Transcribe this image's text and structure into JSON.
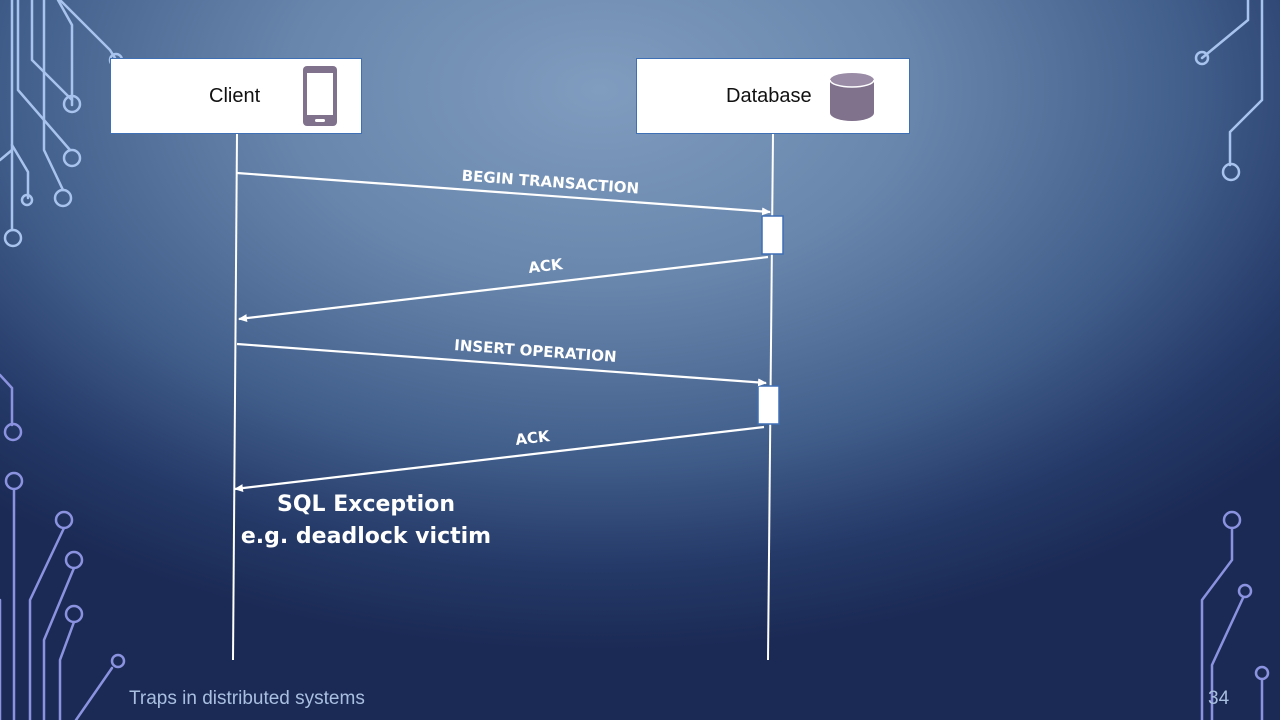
{
  "participants": {
    "client": {
      "label": "Client",
      "icon": "phone-icon"
    },
    "database": {
      "label": "Database",
      "icon": "database-icon"
    }
  },
  "messages": [
    {
      "label": "BEGIN TRANSACTION",
      "from": "client",
      "to": "database"
    },
    {
      "label": "ACK",
      "from": "database",
      "to": "client"
    },
    {
      "label": "INSERT OPERATION",
      "from": "client",
      "to": "database"
    },
    {
      "label": "ACK",
      "from": "database",
      "to": "client"
    }
  ],
  "note": {
    "line1": "SQL Exception",
    "line2": "e.g. deadlock victim"
  },
  "footer": {
    "title": "Traps in distributed systems",
    "page_number": "34"
  },
  "colors": {
    "circuit": "#a8c4ee",
    "lines": "#ffffff",
    "box_border": "#3f6fb5",
    "icon": "#80718c"
  }
}
